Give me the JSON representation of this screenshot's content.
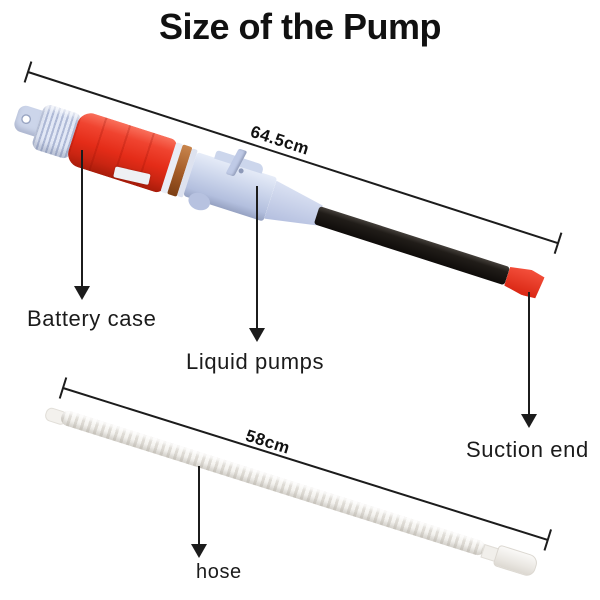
{
  "title": "Size of the Pump",
  "pump": {
    "dimension_label": "64.5cm",
    "parts": {
      "battery_case": "Battery case",
      "liquid_pumps": "Liquid pumps",
      "suction_end": "Suction end"
    }
  },
  "hose": {
    "dimension_label": "58cm",
    "label": "hose"
  },
  "theme": {
    "battery_red": "#e42c18",
    "body_blue": "#c9d3ea",
    "tube_black": "#211d19",
    "tip_red": "#d92613",
    "copper": "#a35a26",
    "hose_white": "#eae7e2",
    "line_color": "#1c1c1c",
    "text_color": "#161616",
    "background": "#ffffff"
  }
}
